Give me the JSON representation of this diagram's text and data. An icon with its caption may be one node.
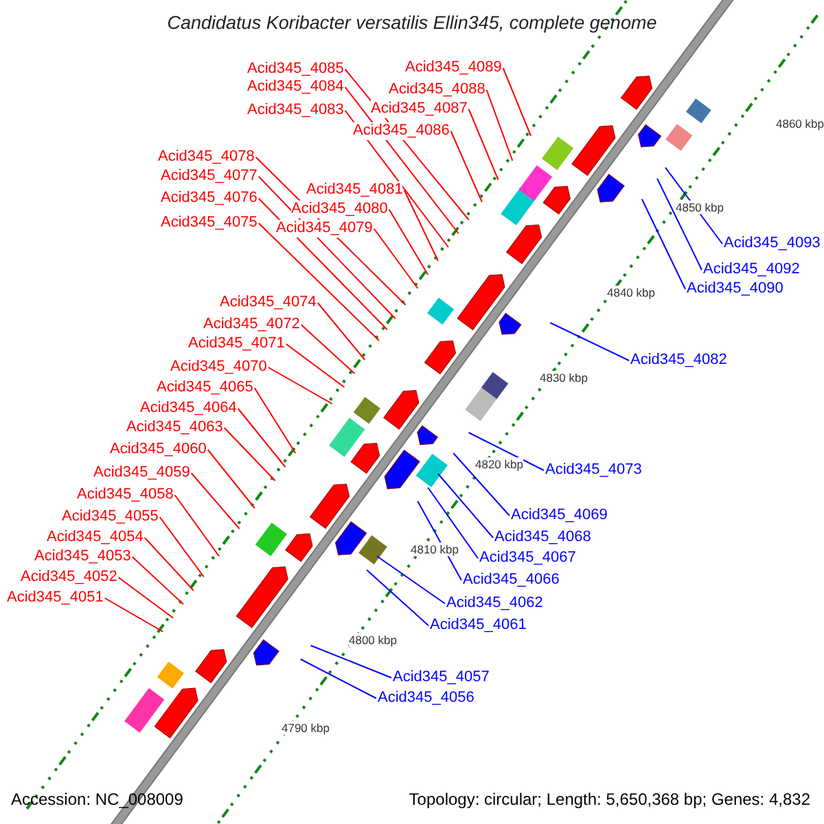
{
  "diagram": {
    "title": "Candidatus Koribacter versatilis Ellin345, complete genome",
    "nodes": [
      {
        "text": [
          "Acid345_4089"
        ]
      },
      {
        "text": [
          "Acid345_4085"
        ]
      },
      {
        "text": [
          "Acid345_4084"
        ]
      },
      {
        "text": [
          "Acid345_4088"
        ]
      },
      {
        "text": [
          "Acid345_4083"
        ]
      },
      {
        "text": [
          "Acid345_4087"
        ]
      },
      {
        "text": [
          "Acid345_4086"
        ]
      },
      {
        "text": [
          "Acid345_4078"
        ]
      },
      {
        "text": [
          "Acid345_4077"
        ]
      },
      {
        "text": [
          "Acid345_4081"
        ]
      },
      {
        "text": [
          "Acid345_4076"
        ]
      },
      {
        "text": [
          "Acid345_4080"
        ]
      },
      {
        "text": [
          "Acid345_4075"
        ]
      },
      {
        "text": [
          "Acid345_4079"
        ]
      },
      {
        "text": [
          "Acid345_4074"
        ]
      },
      {
        "text": [
          "Acid345_4072"
        ]
      },
      {
        "text": [
          "Acid345_4071"
        ]
      },
      {
        "text": [
          "Acid345_4070"
        ]
      },
      {
        "text": [
          "Acid345_4065"
        ]
      },
      {
        "text": [
          "Acid345_4064"
        ]
      },
      {
        "text": [
          "Acid345_4063"
        ]
      },
      {
        "text": [
          "Acid345_4060"
        ]
      },
      {
        "text": [
          "Acid345_4059"
        ]
      },
      {
        "text": [
          "Acid345_4058"
        ]
      },
      {
        "text": [
          "Acid345_4055"
        ]
      },
      {
        "text": [
          "Acid345_4054"
        ]
      },
      {
        "text": [
          "Acid345_4053"
        ]
      },
      {
        "text": [
          "Acid345_4052"
        ]
      },
      {
        "text": [
          "Acid345_4051"
        ]
      },
      {
        "text": [
          "Acid345_4093"
        ]
      },
      {
        "text": [
          "Acid345_4092"
        ]
      },
      {
        "text": [
          "Acid345_4090"
        ]
      },
      {
        "text": [
          "Acid345_4082"
        ]
      },
      {
        "text": [
          "Acid345_4073"
        ]
      },
      {
        "text": [
          "Acid345_4069"
        ]
      },
      {
        "text": [
          "Acid345_4068"
        ]
      },
      {
        "text": [
          "Acid345_4067"
        ]
      },
      {
        "text": [
          "Acid345_4066"
        ]
      },
      {
        "text": [
          "Acid345_4062"
        ]
      },
      {
        "text": [
          "Acid345_4061"
        ]
      },
      {
        "text": [
          "Acid345_4057"
        ]
      },
      {
        "text": [
          "Acid345_4056"
        ]
      }
    ],
    "edges": [
      {
        "from": 0,
        "to": null,
        "arrow": "none"
      },
      {
        "from": 1,
        "to": null,
        "arrow": "none"
      },
      {
        "from": 2,
        "to": null,
        "arrow": "none"
      },
      {
        "from": 3,
        "to": null,
        "arrow": "none"
      },
      {
        "from": 4,
        "to": null,
        "arrow": "none"
      },
      {
        "from": 5,
        "to": null,
        "arrow": "none"
      },
      {
        "from": 6,
        "to": null,
        "arrow": "none"
      },
      {
        "from": 7,
        "to": null,
        "arrow": "none"
      },
      {
        "from": 8,
        "to": null,
        "arrow": "none"
      },
      {
        "from": 9,
        "to": null,
        "arrow": "none"
      },
      {
        "from": 10,
        "to": null,
        "arrow": "none"
      },
      {
        "from": 11,
        "to": null,
        "arrow": "none"
      },
      {
        "from": 12,
        "to": null,
        "arrow": "none"
      },
      {
        "from": 13,
        "to": null,
        "arrow": "none"
      },
      {
        "from": 14,
        "to": null,
        "arrow": "none"
      },
      {
        "from": 15,
        "to": null,
        "arrow": "none"
      },
      {
        "from": 16,
        "to": null,
        "arrow": "none"
      },
      {
        "from": 17,
        "to": null,
        "arrow": "none"
      },
      {
        "from": 18,
        "to": null,
        "arrow": "none"
      },
      {
        "from": 19,
        "to": null,
        "arrow": "none"
      },
      {
        "from": 20,
        "to": null,
        "arrow": "none"
      },
      {
        "from": 21,
        "to": null,
        "arrow": "none"
      },
      {
        "from": 22,
        "to": null,
        "arrow": "none"
      },
      {
        "from": 23,
        "to": null,
        "arrow": "none"
      },
      {
        "from": 24,
        "to": null,
        "arrow": "none"
      },
      {
        "from": 25,
        "to": null,
        "arrow": "none"
      },
      {
        "from": 26,
        "to": null,
        "arrow": "none"
      },
      {
        "from": 27,
        "to": null,
        "arrow": "none"
      },
      {
        "from": 28,
        "to": null,
        "arrow": "none"
      },
      {
        "from": 29,
        "to": null,
        "arrow": "none",
        "color": "#0000ff"
      },
      {
        "from": 30,
        "to": null,
        "arrow": "none",
        "color": "#0000ff"
      },
      {
        "from": 31,
        "to": null,
        "arrow": "none",
        "color": "#0000ff"
      },
      {
        "from": 32,
        "to": null,
        "arrow": "none",
        "color": "#0000ff"
      },
      {
        "from": 33,
        "to": null,
        "arrow": "none",
        "color": "#0000ff"
      },
      {
        "from": 34,
        "to": null,
        "arrow": "none",
        "color": "#0000ff"
      },
      {
        "from": 35,
        "to": null,
        "arrow": "none",
        "color": "#0000ff"
      },
      {
        "from": 36,
        "to": null,
        "arrow": "none",
        "color": "#0000ff"
      },
      {
        "from": 37,
        "to": null,
        "arrow": "none",
        "color": "#0000ff"
      },
      {
        "from": 38,
        "to": null,
        "arrow": "none",
        "color": "#0000ff"
      },
      {
        "from": 39,
        "to": null,
        "arrow": "none",
        "color": "#0000ff"
      },
      {
        "from": 40,
        "to": null,
        "arrow": "none",
        "color": "#0000ff"
      },
      {
        "from": 41,
        "to": null,
        "arrow": "none",
        "color": "#0000ff"
      }
    ],
    "labels": [
      "4860 kbp",
      "4850 kbp",
      "4840 kbp",
      "4830 kbp",
      "4820 kbp",
      "4810 kbp",
      "4800 kbp",
      "4790 kbp",
      "Accession: NC_008009",
      "Topology: circular; Length: 5,650,368 bp; Genes: 4,832"
    ]
  }
}
